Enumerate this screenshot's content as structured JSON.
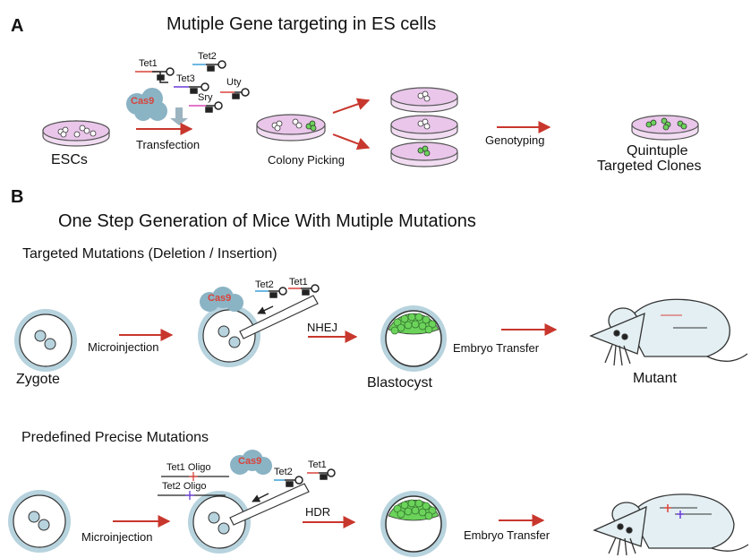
{
  "panel_a": {
    "letter": "A",
    "title": "Mutiple Gene targeting in ES cells",
    "escs": "ESCs",
    "cas9": "Cas9",
    "tet1": "Tet1",
    "tet2": "Tet2",
    "tet3": "Tet3",
    "uty": "Uty",
    "sry": "Sry",
    "transfection": "Transfection",
    "colony_picking": "Colony  Picking",
    "genotyping": "Genotyping",
    "result_line1": "Quintuple",
    "result_line2": "Targeted Clones"
  },
  "panel_b": {
    "letter": "B",
    "title": "One Step Generation of Mice With Mutiple Mutations",
    "section1": {
      "heading": "Targeted Mutations (Deletion / Insertion)",
      "cas9": "Cas9",
      "tet2": "Tet2",
      "tet1": "Tet1",
      "microinjection": "Microinjection",
      "nhej": "NHEJ",
      "embryo_transfer": "Embryo Transfer",
      "zygote": "Zygote",
      "blastocyst": "Blastocyst",
      "mutant": "Mutant"
    },
    "section2": {
      "heading": "Predefined Precise Mutations",
      "tet1_oligo": "Tet1 Oligo",
      "tet2_oligo": "Tet2 Oligo",
      "cas9": "Cas9",
      "tet2": "Tet2",
      "tet1": "Tet1",
      "microinjection": "Microinjection",
      "hdr": "HDR",
      "embryo_transfer": "Embryo Transfer"
    }
  },
  "colors": {
    "arrow": "#c8372d",
    "cas9_blob": "#8ab3c4",
    "cas9_text": "#d9433a",
    "dish_fill": "#e9c6ea",
    "dish_stroke": "#555555",
    "cell_green": "#6bd35a",
    "zygote_ring": "#b7d3de",
    "mouse_fill": "#e3eff3",
    "transfection_arrow": "#9cb4c0"
  }
}
